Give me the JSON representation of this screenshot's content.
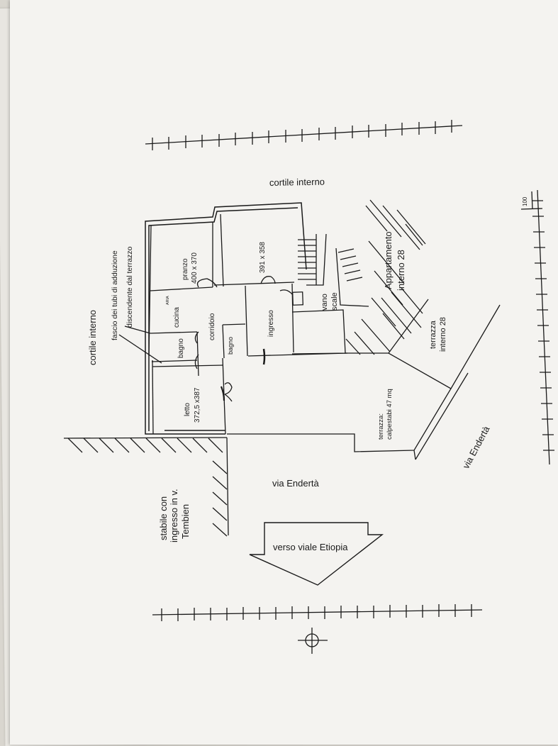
{
  "labels": {
    "cortile_top": "cortile interno",
    "cortile_left": "cortile interno",
    "fascio_1": "fascio dei tubi di adduzione",
    "fascio_2": "discendente dal terrazzo",
    "pranzo": "pranzo",
    "pranzo_dim": "400 x 370",
    "soggiorno_dim": "391 x 358",
    "cucina": "cucina",
    "cucina_small": "ARIA",
    "corridoio": "corridoio",
    "ingresso": "ingresso",
    "bagno_1": "bagno",
    "bagno_2": "bagno",
    "letto": "letto",
    "letto_dim": "372,5 x387",
    "vano_1": "vano",
    "vano_2": "scale",
    "app_1": "Appartamento",
    "app_2": "interno 28",
    "terr28_1": "terrazza",
    "terr28_2": "interno 28",
    "terr_1": "terrazza:",
    "terr_2": "calpestabi 47 mq",
    "via_main": "via Endertà",
    "via_diag": "via Endertà",
    "stabile_1": "stabile con",
    "stabile_2": "ingresso in v.",
    "stabile_3": "Tembien",
    "verso": "verso viale Etiopia",
    "scale_100": "100"
  },
  "colors": {
    "ink": "#1a1a1a",
    "paper": "#f4f3f0"
  }
}
